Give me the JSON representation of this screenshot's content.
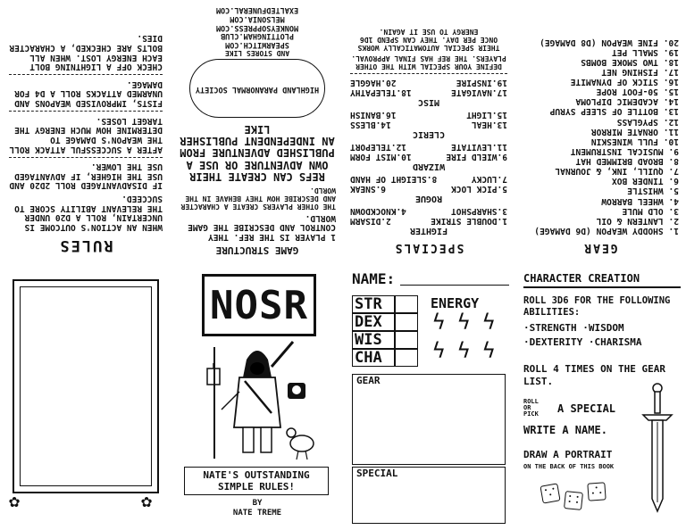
{
  "rules": {
    "title": "RULES",
    "paragraphs": [
      "When an action's outcome is uncertain, roll a D20 under the relevant ability score to succeed.",
      "If disadvantaged roll 2D20 and use the higher, if advantaged use the lower.",
      "After a successful attack roll the weapon's damage to determine how much energy the target loses.",
      "Fists, improvised weapons and unarmed attacks roll a D4 for damage.",
      "Check off a lightning bolt each energy lost. When all bolts are checked, a character dies."
    ]
  },
  "structure": {
    "title": "GAME STRUCTURE",
    "paragraphs": [
      "1 player is the ref. They control and describe the game world.",
      "The other players create a character and describe how they behave in the world."
    ],
    "ref_heading": "REFS CAN CREATE THEIR OWN ADVENTURE OR USE A PUBLISHED ADVENTURE FROM AN INDEPENDENT PUBLISHER LIKE",
    "publisher": "HIGHLAND PARANORMAL SOCIETY",
    "stores_label": "and stores like",
    "stores": [
      "SPEARWITCH.COM",
      "PLOTTINGHAM.CLUB",
      "MONKEYSOPPRESS.COM",
      "MELSONIA.COM",
      "EXALTEDFUNERAL.COM"
    ]
  },
  "specials": {
    "title": "SPECIALS",
    "groups": [
      {
        "name": "FIGHTER",
        "items": [
          "1.DOUBLE STRIKE",
          "2.DISARM",
          "3.SHARPSHOT",
          "4.KNOCKDOWN"
        ]
      },
      {
        "name": "ROGUE",
        "items": [
          "5.PICK LOCK",
          "6.SNEAK",
          "7.LUCKY",
          "8.SLEIGHT OF HAND"
        ]
      },
      {
        "name": "WIZARD",
        "items": [
          "9.WIELD FIRE",
          "10.MIST FORM",
          "11.LEVITATE",
          "12.TELEPORT"
        ]
      },
      {
        "name": "CLERIC",
        "items": [
          "13.HEAL",
          "14.BLESS",
          "15.LIGHT",
          "16.BANISH"
        ]
      },
      {
        "name": "MISC",
        "items": [
          "17.NAVIGATE",
          "18.TELEPATHY",
          "19.INSPIRE",
          "20.HAGGLE"
        ]
      }
    ],
    "notes": [
      "Define your special with the other players. The ref has final approval.",
      "Their special automatically works once per day. They can spend 1D6 energy to use it again."
    ]
  },
  "gear": {
    "title": "GEAR",
    "items": [
      "1. SHODDY WEAPON (D6 DAMAGE)",
      "2. LANTERN & OIL",
      "3. OLD MULE",
      "4. WHEEL BARROW",
      "5. WHISTLE",
      "6. TINDER BOX",
      "7. QUILL, INK, & JOURNAL",
      "8. BROAD BRIMMED HAT",
      "9. MUSICAL INSTRUMENT",
      "10. FULL WINESKIN",
      "11. ORNATE MIRROR",
      "12. SPYGLASS",
      "13. BOTTLE OF SLEEP SYRUP",
      "14. ACADEMIC DIPLOMA",
      "15. 50-FOOT ROPE",
      "16. STICK OF DYNAMITE",
      "17. FISHING NET",
      "18. TWO SMOKE BOMBS",
      "19. SMALL PET",
      "20. FINE WEAPON (D8 DAMAGE)"
    ]
  },
  "cover": {
    "logo": "NOSR",
    "subtitle": "NATE'S OUTSTANDING SIMPLE RULES!",
    "by": "BY",
    "author": "NATE TREME"
  },
  "sheet": {
    "name_label": "NAME:",
    "stats": [
      "STR",
      "DEX",
      "WIS",
      "CHA"
    ],
    "energy_label": "ENERGY",
    "gear_label": "GEAR",
    "special_label": "SPECIAL"
  },
  "creation": {
    "title": "CHARACTER CREATION",
    "step1": "ROLL 3D6 FOR THE FOLLOWING ABILITIES:",
    "abilities_1": "·STRENGTH ·WISDOM",
    "abilities_2": "·DEXTERITY ·CHARISMA",
    "step2": "ROLL 4 TIMES ON THE GEAR LIST.",
    "roll_or_pick": "ROLL OR PICK",
    "special": "A SPECIAL",
    "step4": "WRITE A NAME.",
    "step5": "DRAW A PORTRAIT",
    "step5_sub": "ON THE BACK OF THIS BOOK"
  }
}
